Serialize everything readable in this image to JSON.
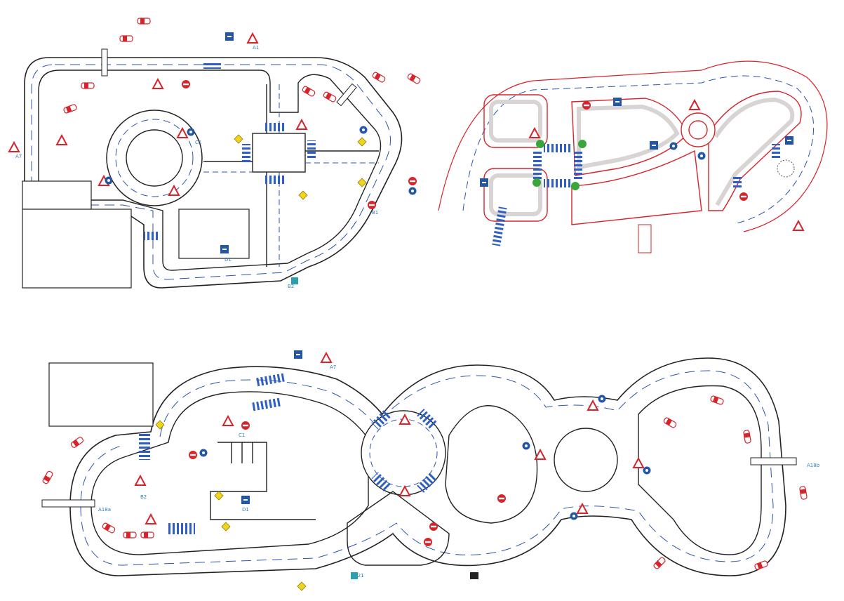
{
  "panels": [
    {
      "id": "layout-top-left",
      "labels": {
        "sign_a": "A7",
        "sign_b": "C1",
        "sign_c": "B1",
        "sign_d": "D1",
        "sign_e": "B2",
        "sign_f": "A1"
      }
    },
    {
      "id": "layout-top-right",
      "labels": {}
    },
    {
      "id": "layout-bottom",
      "labels": {
        "sign_a": "A7",
        "sign_b": "B2",
        "sign_c": "C1",
        "sign_d": "A18a",
        "sign_e": "A18b",
        "sign_f": "D1",
        "sign_g": "B21"
      }
    }
  ],
  "colors": {
    "road_edge": "#222222",
    "lane_line": "#2a55b0",
    "crosswalk": "#2f5fc0",
    "sign_red": "#d8232a",
    "sign_blue": "#2456a6",
    "sign_yellow": "#f2d51b",
    "label": "#2a7fc0",
    "route_red": "#d8232a",
    "route_fill": "#d9d4d4"
  },
  "icons": [
    "warning-triangle-icon",
    "prohibition-sign-icon",
    "mandatory-blue-sign-icon",
    "priority-diamond-icon",
    "car-icon",
    "barrier-icon"
  ]
}
